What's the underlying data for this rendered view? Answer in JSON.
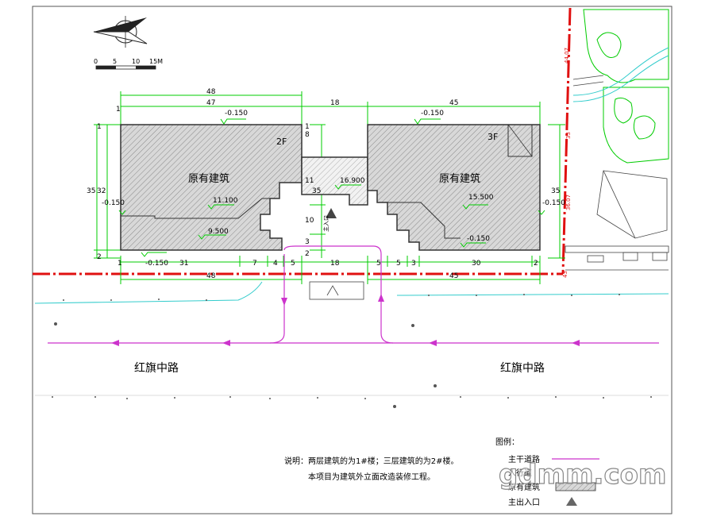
{
  "scale_bar": {
    "ticks": [
      "0",
      "5",
      "10",
      "15M"
    ]
  },
  "buildings": {
    "left": {
      "label": "原有建筑",
      "floors": "2F",
      "elev_top": "-0.150",
      "elev_roof_a": "11.100",
      "elev_roof_b": "9.500",
      "elev_bottom": "-0.150",
      "elev_side": "-0.150"
    },
    "right": {
      "label": "原有建筑",
      "floors": "3F",
      "elev_top": "-0.150",
      "elev_roof": "15.500",
      "elev_bottom": "-0.150",
      "elev_side": "-0.150"
    },
    "link": {
      "elev": "16.900"
    }
  },
  "dims": {
    "top_48": "48",
    "top_47": "47",
    "top_18": "18",
    "top_45": "45",
    "left_35": "35",
    "left_32": "32",
    "left_1a": "1",
    "left_2": "2",
    "left_1b": "1",
    "mid_8": "8",
    "mid_11": "11",
    "mid_35": "35",
    "mid_10": "10",
    "mid_3": "3",
    "mid_2": "2",
    "mid_1": "1",
    "right_35": "35",
    "bot_1": "1",
    "bot_31": "31",
    "bot_7": "7",
    "bot_4": "4",
    "bot_5a": "5",
    "bot_18": "18",
    "bot_5b": "5",
    "bot_5c": "5",
    "bot_3": "3",
    "bot_30": "30",
    "bot_2": "2",
    "bot_48": "48",
    "bot_45": "45",
    "side_a": "44.07",
    "side_b": "33",
    "side_c": "36.07",
    "side_d": "43"
  },
  "entrance_label": "主入口",
  "roads": {
    "left": "红旗中路",
    "right": "红旗中路"
  },
  "notes": {
    "line1": "说明：两层建筑的为1#楼；三层建筑的为2#楼。",
    "line2": "本项目为建筑外立面改造装修工程。"
  },
  "legend": {
    "title": "图例：",
    "items": [
      "主干道路",
      "人行道",
      "原有建筑",
      "主出入口"
    ]
  },
  "watermark": "gdmm.com",
  "colors": {
    "green": "#00cc00",
    "red": "#e01010",
    "magenta": "#cc33cc",
    "hatch": "#777777",
    "cyan": "#33cccc"
  }
}
